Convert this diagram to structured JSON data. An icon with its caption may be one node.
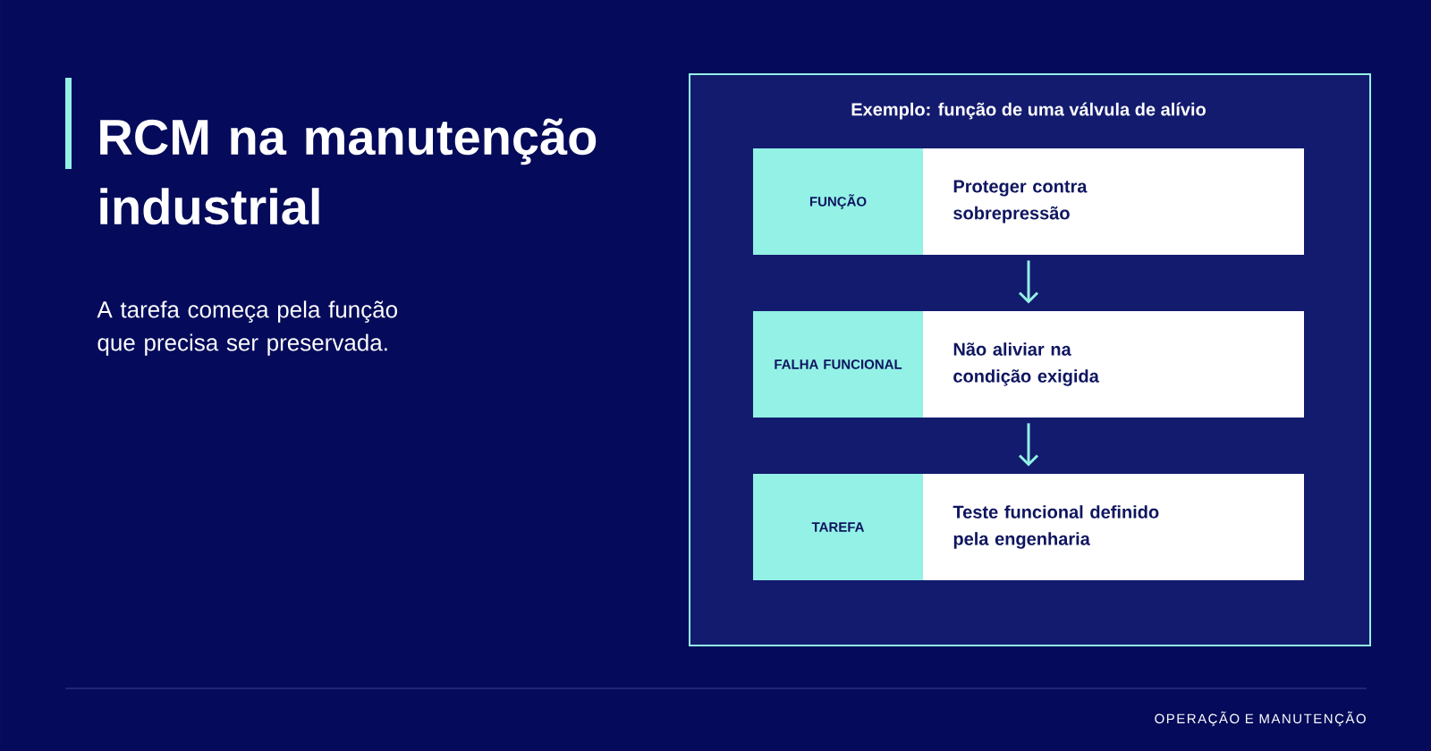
{
  "diagram": {
    "title": "RCM na manutenção industrial",
    "nodes": [
      {
        "text": [
          "Exemplo: função de uma válvula de alívio"
        ]
      },
      {
        "text": [
          "FUNÇÃO",
          "Proteger contra sobrepressão"
        ],
        "in": 0
      },
      {
        "text": [
          "FALHA FUNCIONAL",
          "Não aliviar na condição exigida"
        ],
        "in": 0
      },
      {
        "text": [
          "TAREFA",
          "Teste funcional definido pela engenharia"
        ],
        "in": 0
      }
    ],
    "edges": [
      {
        "from": 1,
        "to": 2,
        "arrow": "to"
      },
      {
        "from": 2,
        "to": 3,
        "arrow": "to"
      }
    ],
    "labels": [
      "A tarefa começa pela função que precisa ser preservada.",
      "OPERAÇÃO E MANUTENÇÃO"
    ]
  }
}
